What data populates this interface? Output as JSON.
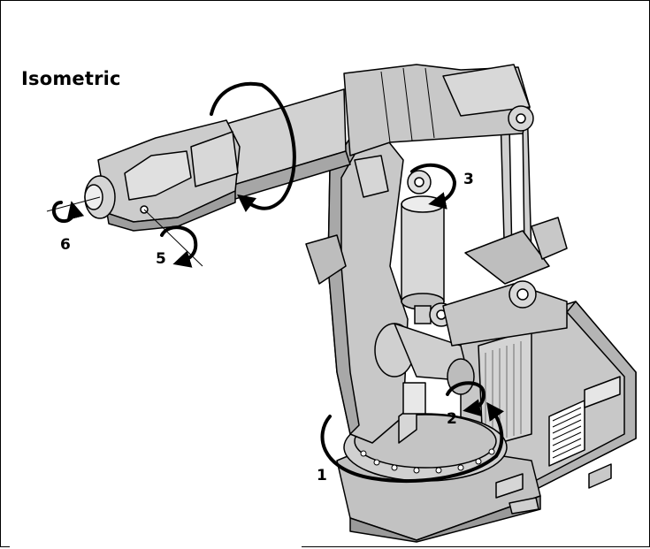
{
  "figure": {
    "title": "Isometric",
    "axes": [
      {
        "id": "1",
        "label": "1"
      },
      {
        "id": "2",
        "label": "2"
      },
      {
        "id": "3",
        "label": "3"
      },
      {
        "id": "5",
        "label": "5"
      },
      {
        "id": "6",
        "label": "6"
      }
    ],
    "colors": {
      "body": "#c8c8c8",
      "body_light": "#d8d8d8",
      "body_dark": "#9a9a9a",
      "outline": "#000000",
      "background": "#ffffff"
    }
  }
}
